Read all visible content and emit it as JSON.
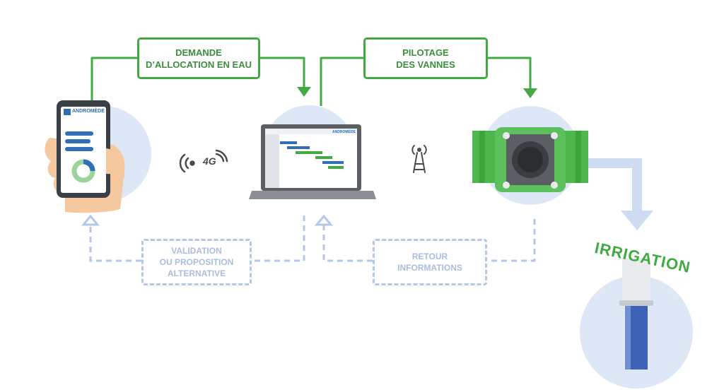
{
  "boxes": {
    "demande_line1": "DEMANDE",
    "demande_line2": "D’ALLOCATION EN EAU",
    "pilotage_line1": "PILOTAGE",
    "pilotage_line2": "DES VANNES",
    "validation_line1": "VALIDATION",
    "validation_line2": "OU PROPOSITION",
    "validation_line3": "ALTERNATIVE",
    "retour_line1": "RETOUR",
    "retour_line2": "INFORMATIONS"
  },
  "signal": {
    "network": "4G"
  },
  "brand": {
    "logo_text": "ANDROMÈDE"
  },
  "irrigation": {
    "label": "IRRIGATION"
  },
  "colors": {
    "green": "#43a943",
    "dash_blue": "#b3c7e8",
    "circle_bg": "#dde7f6",
    "phone_blue": "#2f6fb8",
    "valve_green": "#4cb84c"
  }
}
